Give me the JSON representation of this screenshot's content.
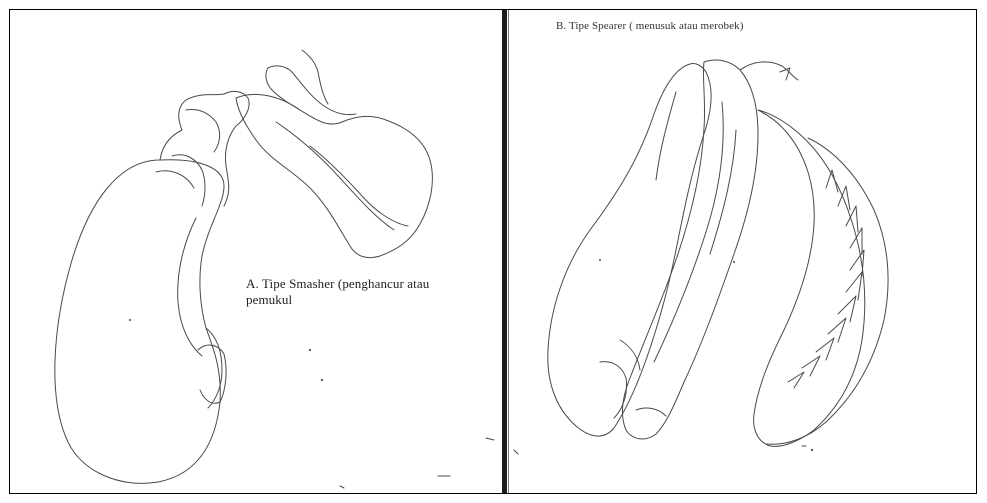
{
  "figure": {
    "panel_a": {
      "caption_line1": "A. Tipe Smasher (penghancur atau",
      "caption_line2": "pemukul"
    },
    "panel_b": {
      "caption": "B. Tipe Spearer ( menusuk atau merobek)"
    }
  },
  "colors": {
    "line": "#4a4a4a",
    "background": "#ffffff",
    "divider": "#1b1b1b"
  }
}
